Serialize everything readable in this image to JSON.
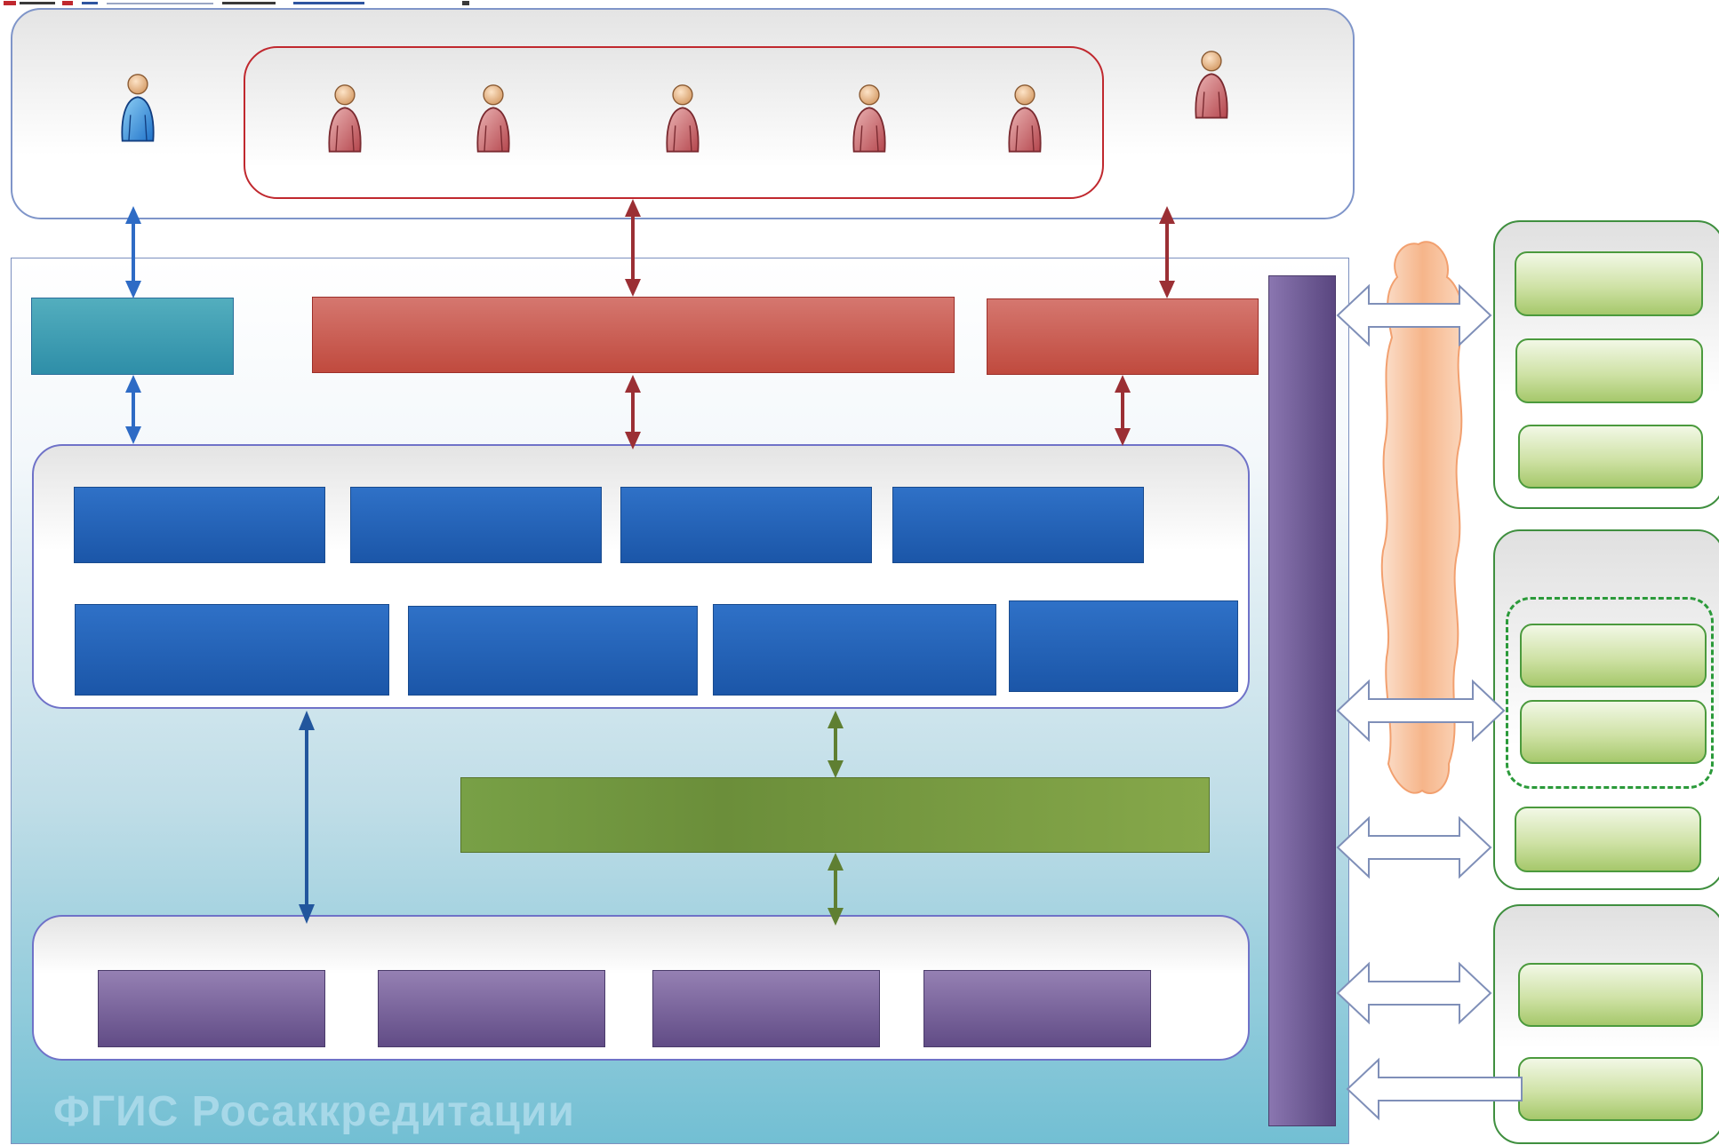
{
  "diagram": {
    "system_label": "ФГИС Росаккредитации",
    "icons": {
      "operator_user": "user-icon-blue",
      "participant_user": "user-icon-red"
    },
    "colors": {
      "teal": "#2e8ea8",
      "red": "#c04a3e",
      "blue": "#1b56a8",
      "green": "#6b8e3a",
      "purple": "#614c86",
      "external": "#a6c86b",
      "cloud": "#f6b890"
    }
  }
}
